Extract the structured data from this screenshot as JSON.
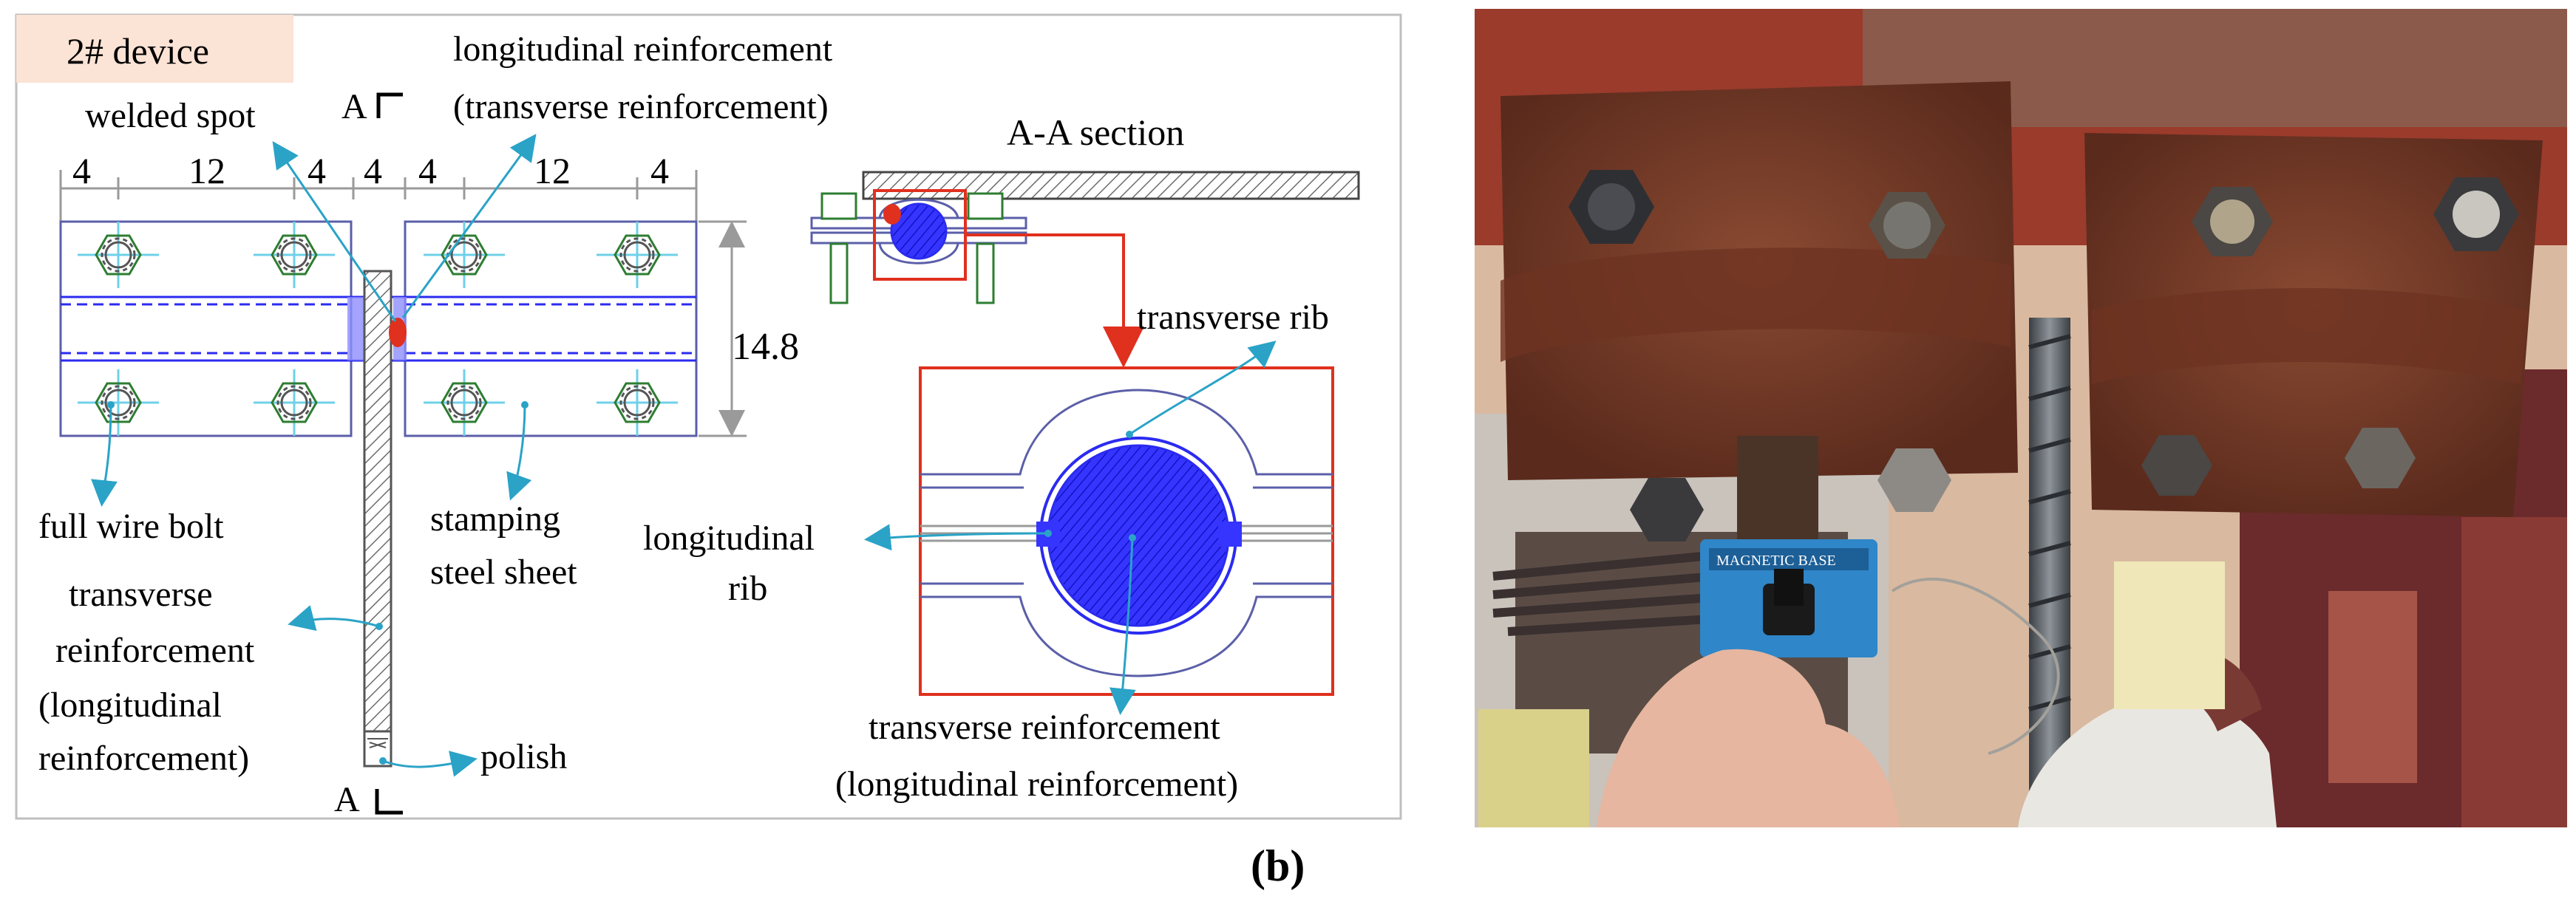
{
  "panel_b": {
    "device_label": "2# device",
    "caption": "(b)",
    "section_mark_top": "A",
    "section_mark_bottom": "A",
    "section_title": "A-A section",
    "dimensions": {
      "top": [
        "4",
        "12",
        "4",
        "4",
        "4",
        "12",
        "4"
      ],
      "height": "14.8"
    },
    "labels": {
      "welded_spot": "welded spot",
      "long_reinf_1": "longitudinal reinforcement",
      "long_reinf_2": "(transverse reinforcement)",
      "full_wire_bolt": "full wire bolt",
      "stamping_1": "stamping",
      "stamping_2": "steel sheet",
      "trans_reinf_1": "transverse",
      "trans_reinf_2": "reinforcement",
      "trans_reinf_3": "(longitudinal",
      "trans_reinf_4": "reinforcement)",
      "polish": "polish",
      "transverse_rib": "transverse rib",
      "longitudinal_rib_1": "longitudinal",
      "longitudinal_rib_2": "rib",
      "detail_trans_reinf_1": "transverse reinforcement",
      "detail_trans_reinf_2": "(longitudinal reinforcement)"
    }
  },
  "photo": {
    "gauge_plate_text": "MAGNETIC BASE"
  },
  "colors": {
    "drawing_blue": "#2b2bf0",
    "plate_outline": "#5b5fa8",
    "bolt_green": "#2e7d32",
    "leader_teal": "#2aa3c7",
    "detail_red": "#e0301e",
    "device_tag_bg": "#fbe3d5",
    "panel_border": "#bfbfbf"
  }
}
